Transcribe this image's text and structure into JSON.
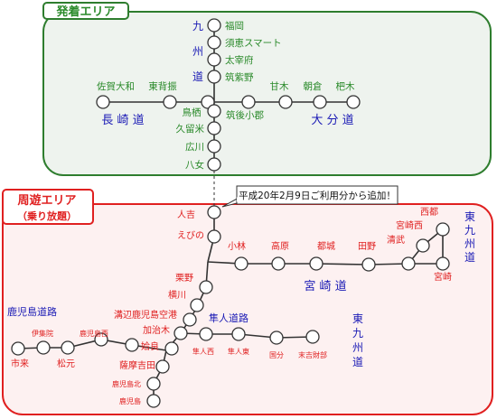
{
  "colors": {
    "departure_border": "#2e7d2e",
    "departure_fill": "#eef3ee",
    "departure_text": "#2a8a2a",
    "travel_border": "#e02020",
    "travel_fill": "#fdf1f1",
    "travel_text": "#e02020",
    "highway_text": "#1a1ab5",
    "line": "#333333"
  },
  "departure_area": {
    "title": "発着エリア",
    "highways": {
      "kyushu": [
        "九",
        "州",
        "道"
      ],
      "nagasaki": "長 崎 道",
      "oita": "大 分 道"
    },
    "stations": {
      "fukuoka": "福岡",
      "suekeisumart": "須恵スマート",
      "dazaifu": "太宰府",
      "chikushino": "筑紫野",
      "sagayamato": "佐賀大和",
      "higashisefuri": "東背振",
      "tosu": "鳥栖",
      "amagi": "甘木",
      "asakura": "朝倉",
      "haki": "杷木",
      "chikugooguri": "筑後小郡",
      "kurume": "久留米",
      "hirokawa": "広川",
      "yame": "八女"
    }
  },
  "travel_area": {
    "title": "周遊エリア",
    "subtitle": "（乗り放題）",
    "note": "平成20年2月9日ご利用分から追加！",
    "highways": {
      "kyushu_north": [
        "東",
        "九",
        "州",
        "道"
      ],
      "kyushu_south": [
        "東",
        "九",
        "州",
        "道"
      ],
      "miyazaki": "宮 崎 道",
      "kagoshima": "鹿児島道路",
      "hayato": "隼人道路"
    },
    "stations": {
      "hitoyoshi": "人吉",
      "ebino": "えびの",
      "kobayashi": "小林",
      "takaharu": "高原",
      "miyakonojo": "都城",
      "tano": "田野",
      "kiyotake": "清武",
      "miyazakinishi": "宮崎西",
      "saito": "西都",
      "miyazaki": "宮崎",
      "kurino": "栗野",
      "yokogawa": "横川",
      "mizobe": "溝辺鹿児島空港",
      "kajiki": "加治木",
      "aira": "姶良",
      "satsumayoshida": "薩摩吉田",
      "kagoshimakita": "鹿児島北",
      "kagoshima": "鹿児島",
      "hayatonishi": "隼人西",
      "hayatohigashi": "隼人東",
      "kokubu": "国分",
      "sueyoshizaibe": "末吉財部",
      "ijuin": "伊集院",
      "shiku": "市来",
      "matsumoto": "松元",
      "kagoshimanishi": "鹿児島西"
    }
  }
}
